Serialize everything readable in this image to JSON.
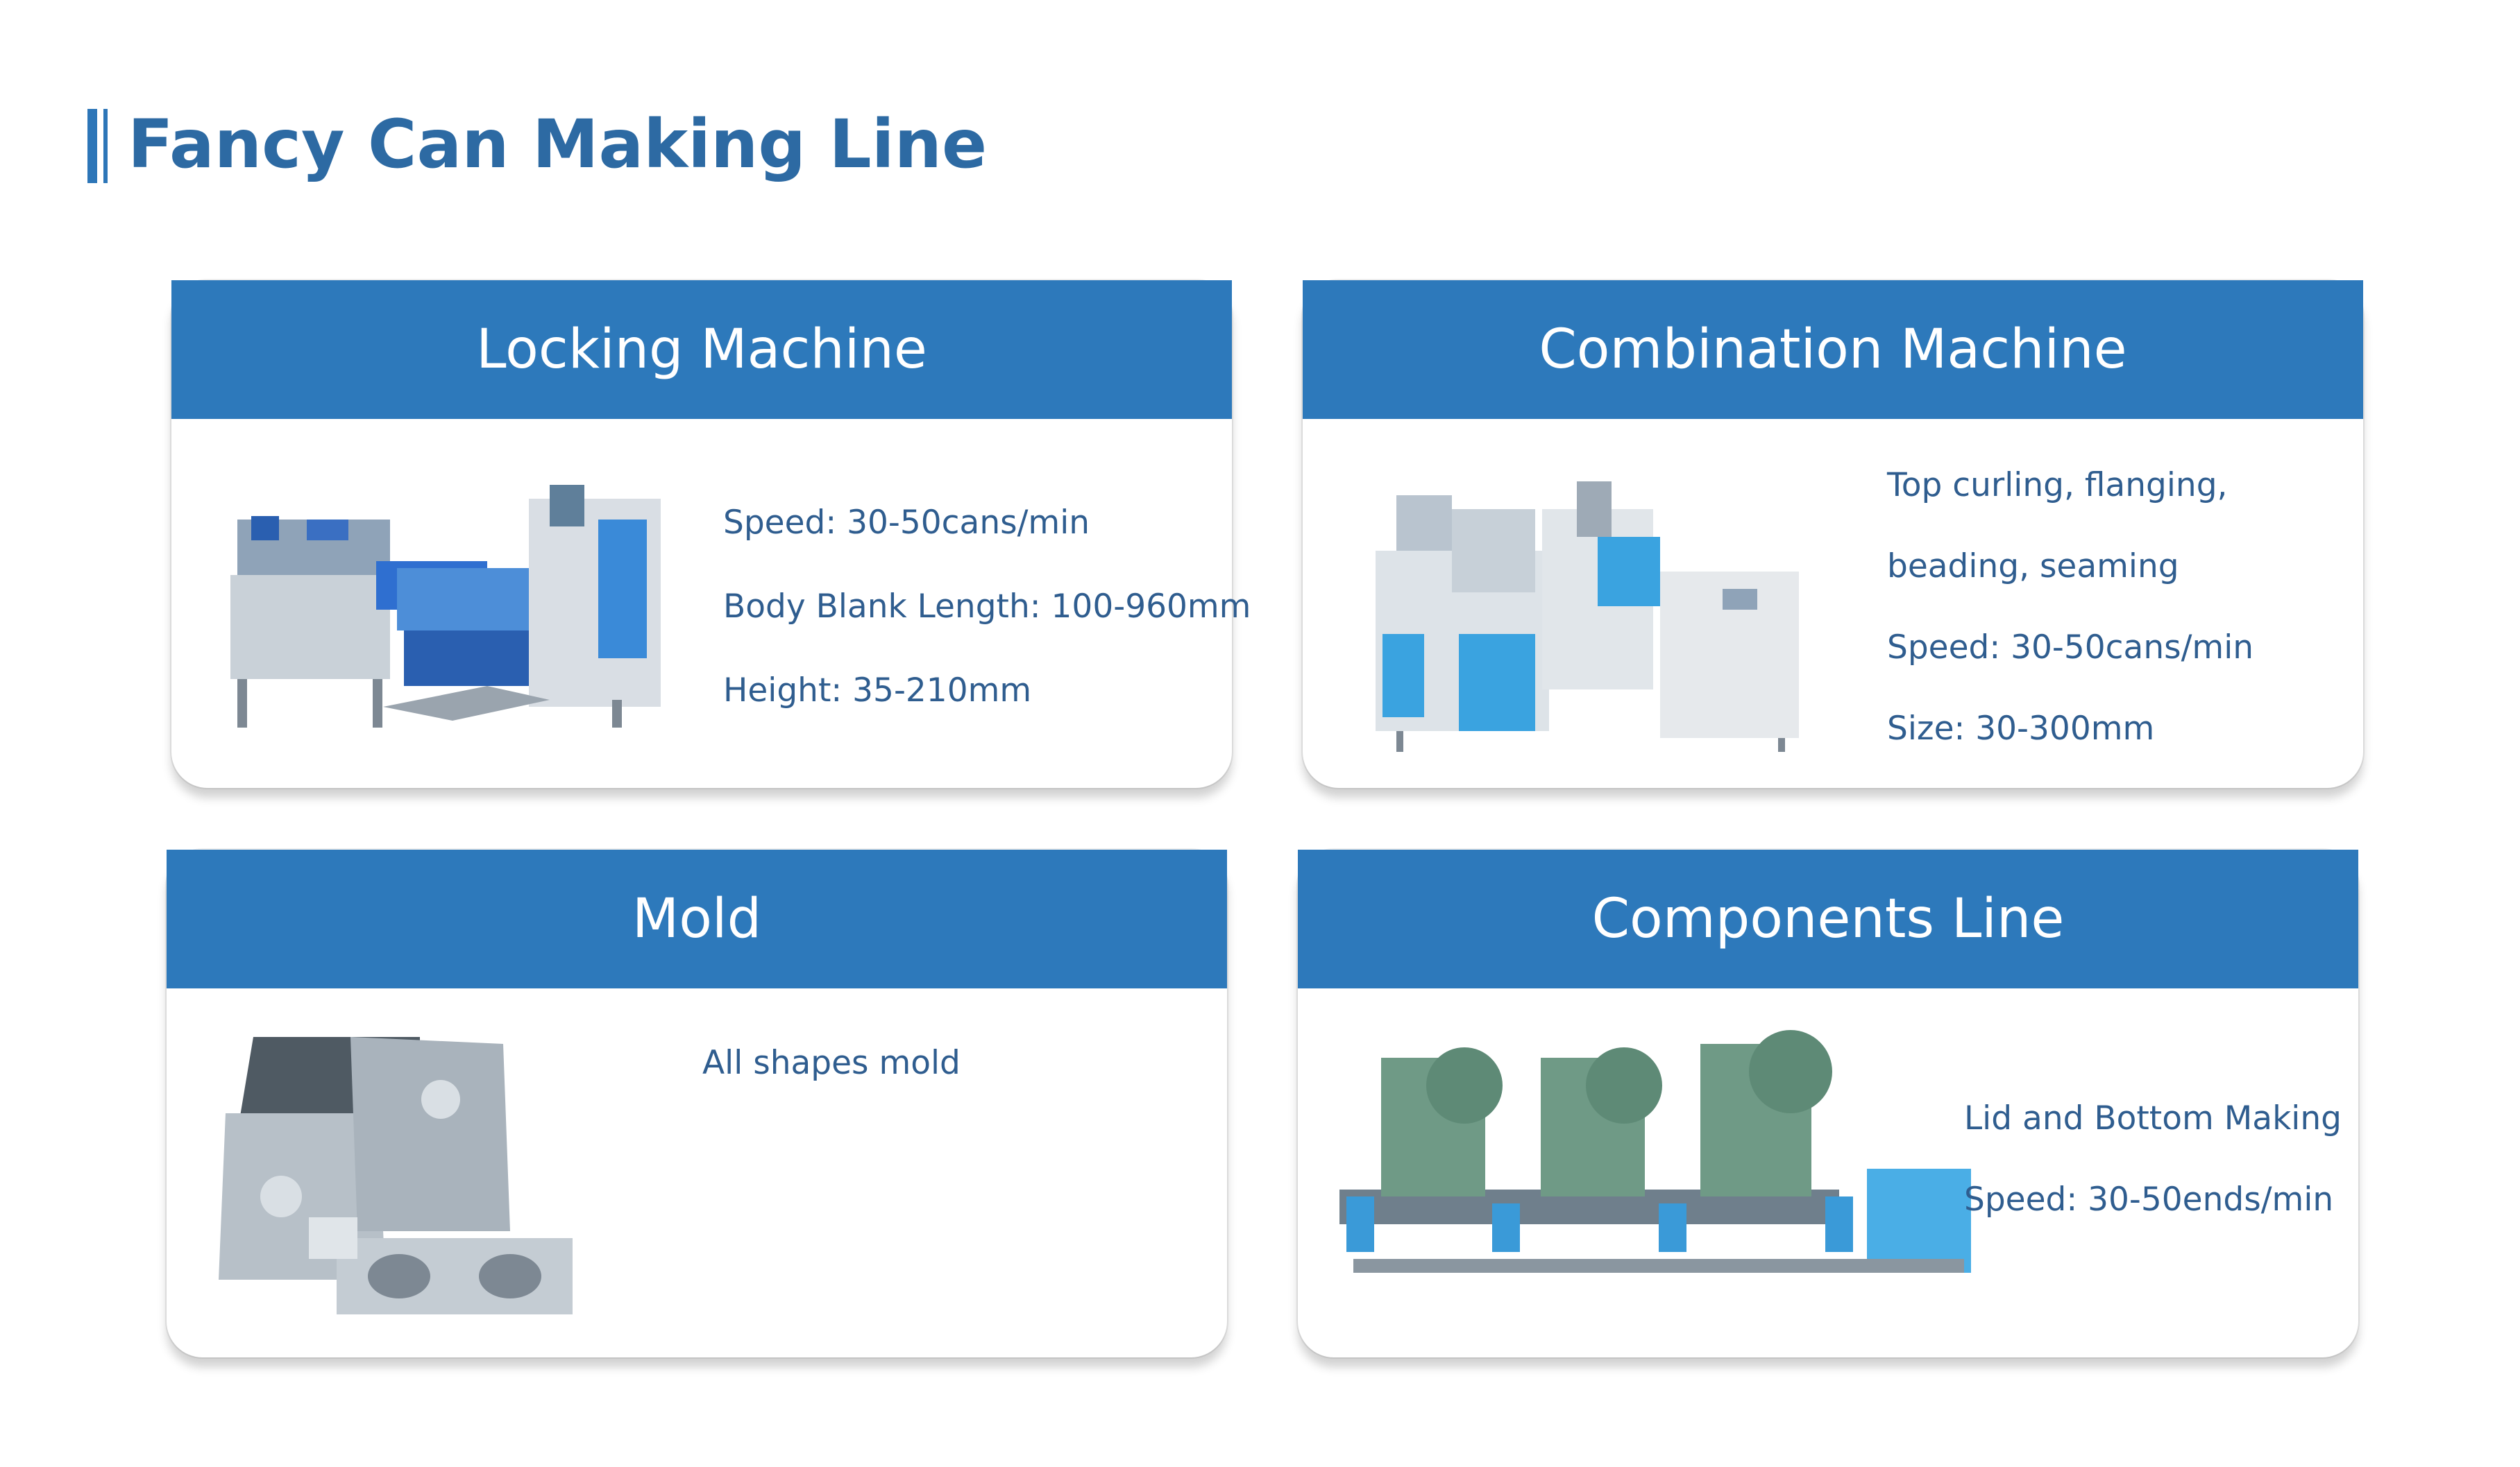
{
  "page": {
    "title": "Fancy Can Making Line"
  },
  "cards": [
    {
      "title": "Locking Machine",
      "image_icon": "locking-machine-photo",
      "lines": [
        "Speed: 30-50cans/min",
        " Body Blank Length: 100-960mm",
        "Height: 35-210mm"
      ]
    },
    {
      "title": "Combination Machine",
      "image_icon": "combination-machine-photo",
      "lines": [
        "Top curling, flanging,",
        "beading, seaming",
        "Speed: 30-50cans/min",
        "Size: 30-300mm"
      ]
    },
    {
      "title": "Mold",
      "image_icon": "mold-photo",
      "lines": [
        "All shapes mold"
      ]
    },
    {
      "title": "Components Line",
      "image_icon": "components-line-photo",
      "lines": [
        "Lid and Bottom Making",
        "Speed: 30-50ends/min"
      ]
    }
  ],
  "colors": {
    "accent": "#2d79bb",
    "title": "#2d6aa3",
    "text": "#2f5d8f"
  }
}
